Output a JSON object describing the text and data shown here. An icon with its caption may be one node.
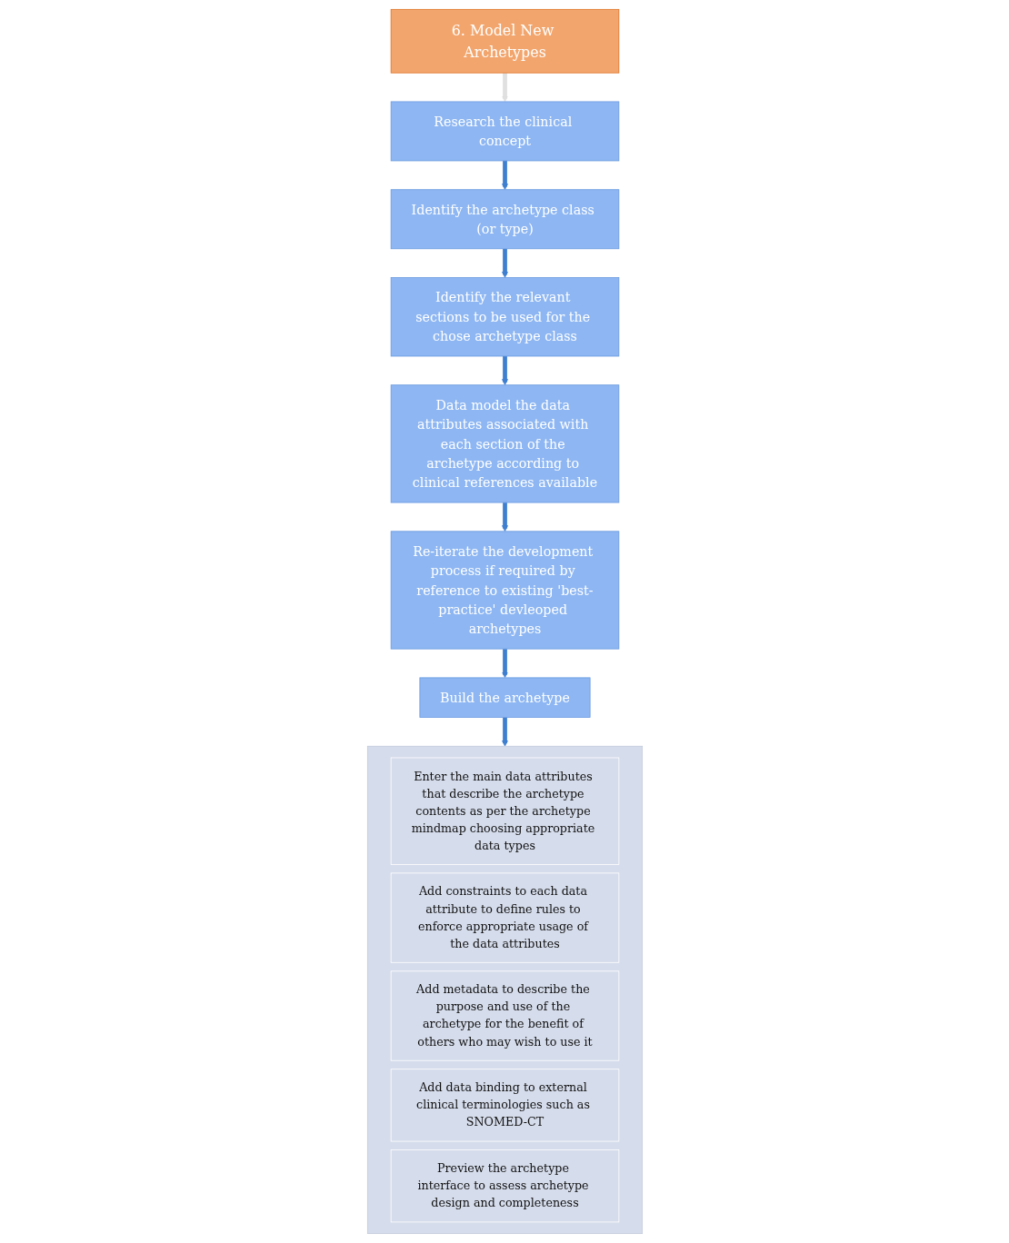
{
  "diagram": {
    "nodes": [
      {
        "text": [
          "6. Model New Archetypes"
        ]
      },
      {
        "text": [
          "Research the clinical concept"
        ]
      },
      {
        "text": [
          "Identify the archetype class (or type)"
        ]
      },
      {
        "text": [
          "Identify the relevant sections to be used for the chose archetype class"
        ]
      },
      {
        "text": [
          "Data model the data attributes associated with each section of the archetype according to clinical references available"
        ]
      },
      {
        "text": [
          "Re-iterate the development process if required by reference to existing 'best-practice' devleoped archetypes"
        ]
      },
      {
        "text": [
          "Build the archetype"
        ]
      },
      {
        "text": [],
        "shape": "box"
      },
      {
        "text": [
          "Enter the main data attributes that describe the archetype contents as per the archetype mindmap choosing appropriate data types"
        ],
        "in": 7
      },
      {
        "text": [
          "Add constraints to each data attribute to define rules to enforce appropriate usage of the data attributes"
        ],
        "in": 7
      },
      {
        "text": [
          "Add metadata to describe the purpose and use of the archetype for the benefit of others who may wish to use it"
        ],
        "in": 7
      },
      {
        "text": [
          "Add data binding to external clinical terminologies such as SNOMED-CT"
        ],
        "in": 7
      },
      {
        "text": [
          "Preview the archetype interface to assess archetype design and completeness"
        ],
        "in": 7
      }
    ],
    "edges": [
      {
        "from": 0,
        "to": 1,
        "arrow": "to",
        "color": "#e0e0e0"
      },
      {
        "from": 1,
        "to": 2,
        "arrow": "to"
      },
      {
        "from": 2,
        "to": 3,
        "arrow": "to"
      },
      {
        "from": 3,
        "to": 4,
        "arrow": "to"
      },
      {
        "from": 4,
        "to": 5,
        "arrow": "to"
      },
      {
        "from": 5,
        "to": 6,
        "arrow": "to"
      },
      {
        "from": 6,
        "to": 7,
        "arrow": "to"
      }
    ]
  }
}
